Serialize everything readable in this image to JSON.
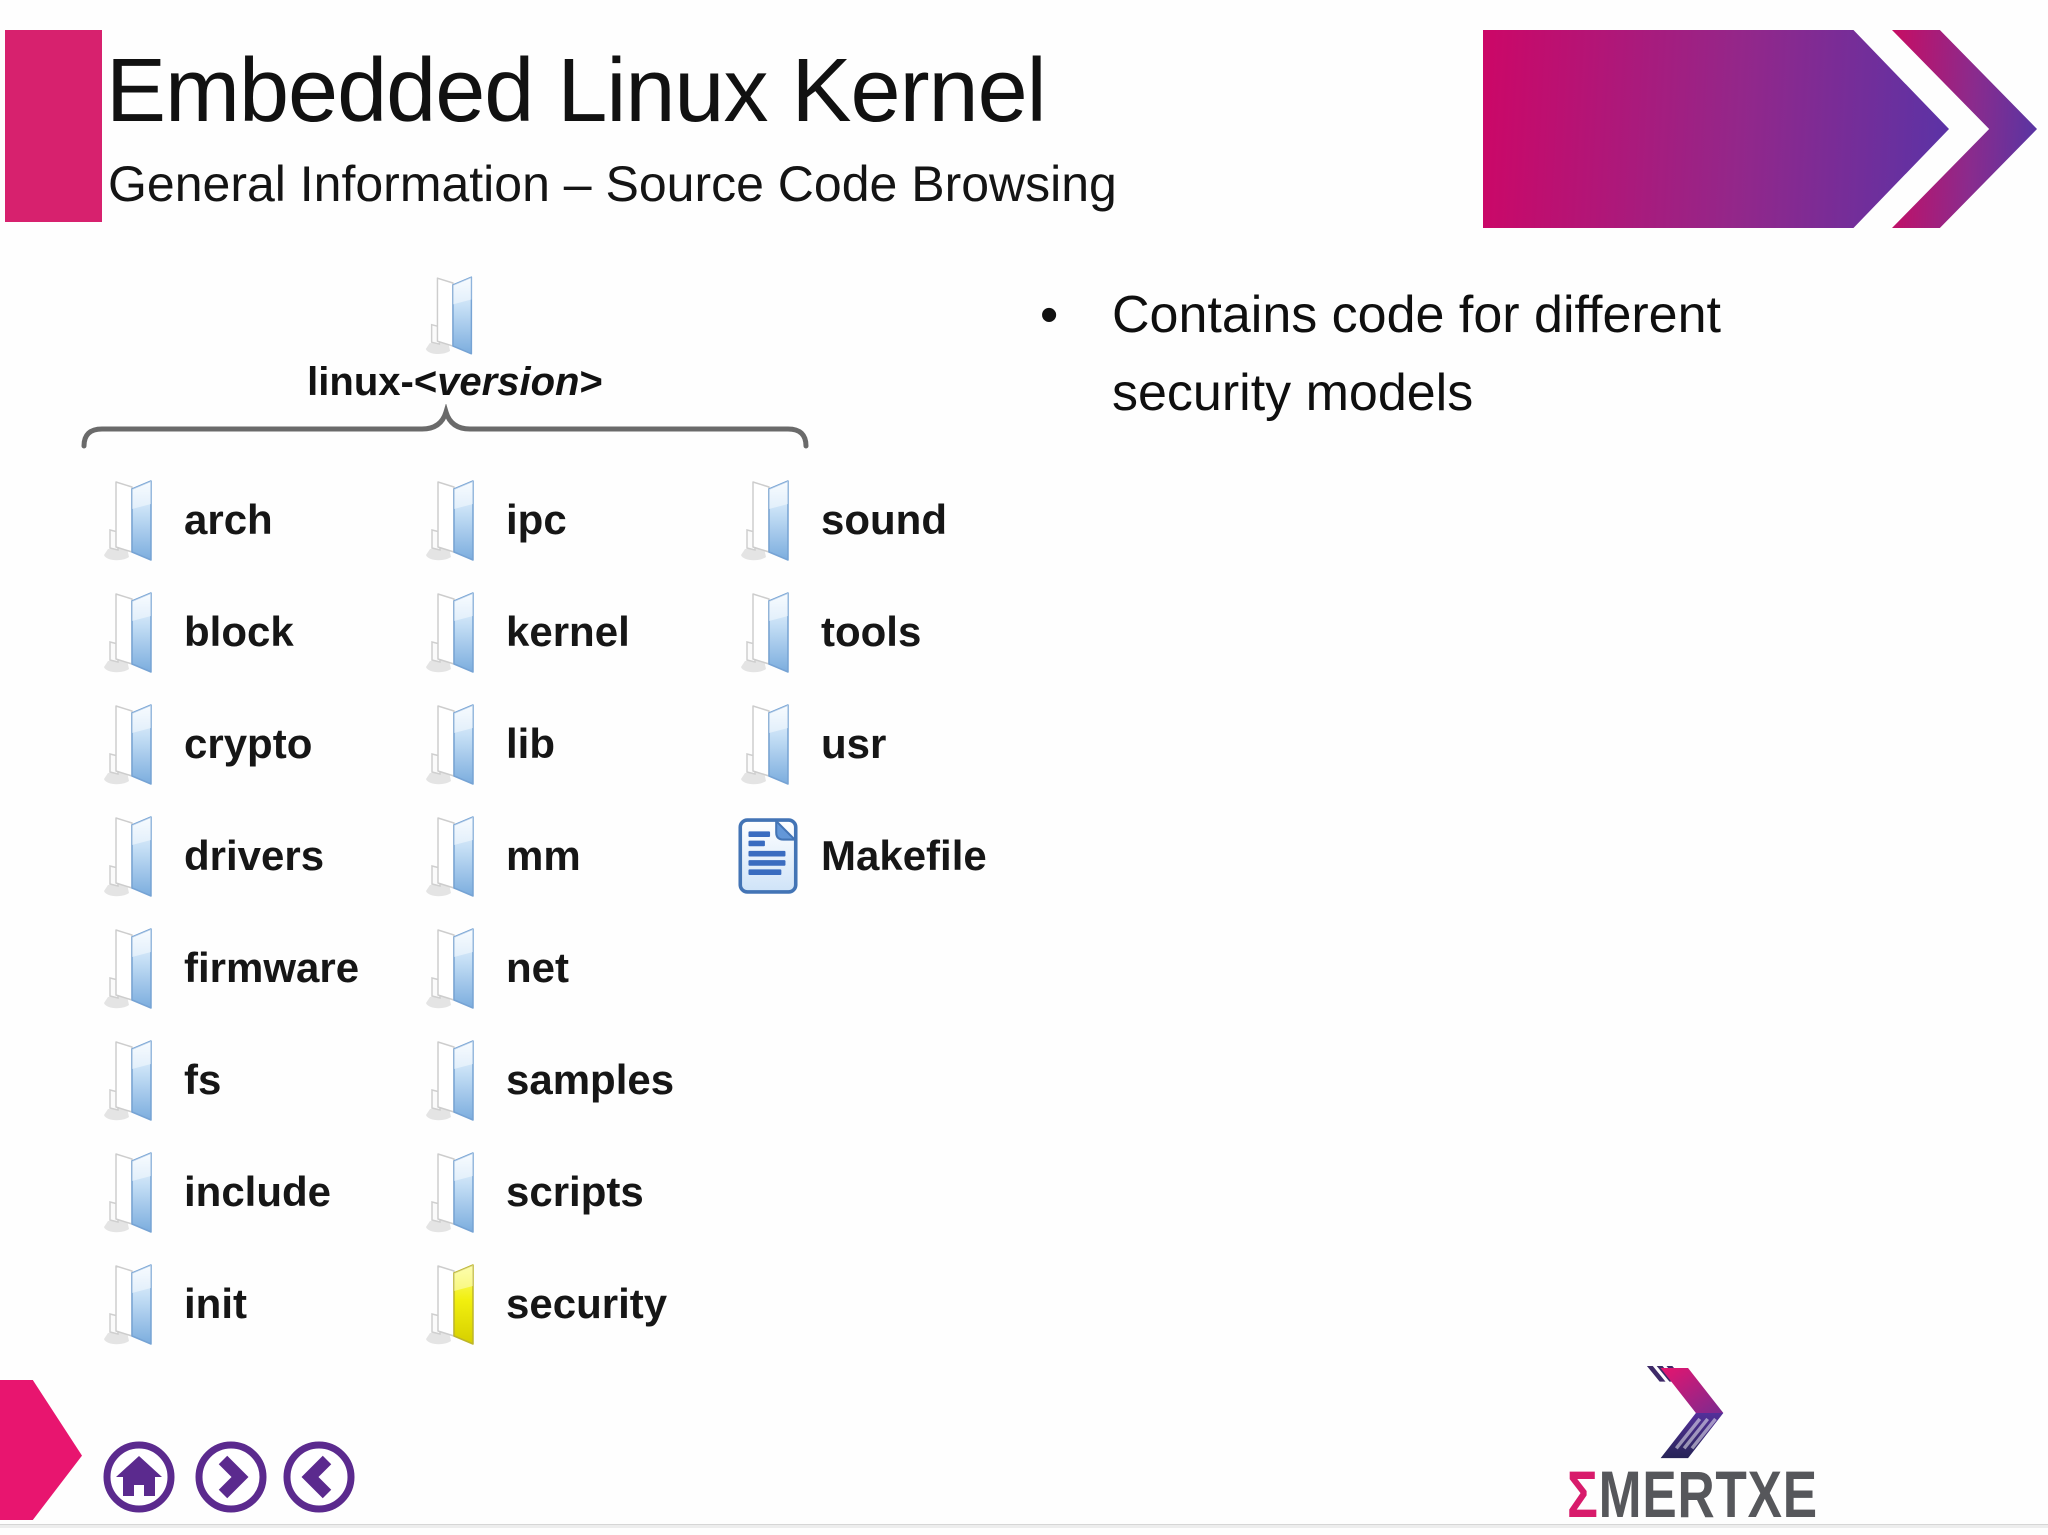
{
  "header": {
    "title": "Embedded Linux Kernel",
    "subtitle": "General Information – Source Code Browsing"
  },
  "tree": {
    "root": {
      "prefix": "linux-<",
      "version": "version",
      "suffix": ">"
    },
    "columns": [
      {
        "items": [
          {
            "label": "arch",
            "type": "folder"
          },
          {
            "label": "block",
            "type": "folder"
          },
          {
            "label": "crypto",
            "type": "folder"
          },
          {
            "label": "drivers",
            "type": "folder"
          },
          {
            "label": "firmware",
            "type": "folder"
          },
          {
            "label": "fs",
            "type": "folder"
          },
          {
            "label": "include",
            "type": "folder"
          },
          {
            "label": "init",
            "type": "folder"
          }
        ]
      },
      {
        "items": [
          {
            "label": "ipc",
            "type": "folder"
          },
          {
            "label": "kernel",
            "type": "folder"
          },
          {
            "label": "lib",
            "type": "folder"
          },
          {
            "label": "mm",
            "type": "folder"
          },
          {
            "label": "net",
            "type": "folder"
          },
          {
            "label": "samples",
            "type": "folder"
          },
          {
            "label": "scripts",
            "type": "folder"
          },
          {
            "label": "security",
            "type": "folder",
            "highlight": "yellow"
          }
        ]
      },
      {
        "items": [
          {
            "label": "sound",
            "type": "folder"
          },
          {
            "label": "tools",
            "type": "folder"
          },
          {
            "label": "usr",
            "type": "folder"
          },
          {
            "label": "Makefile",
            "type": "file"
          }
        ]
      }
    ]
  },
  "content": {
    "bullets": [
      {
        "marker": "•",
        "text": "Contains code for different security models"
      }
    ]
  },
  "nav": {
    "items": [
      {
        "name": "home"
      },
      {
        "name": "next"
      },
      {
        "name": "previous"
      }
    ]
  },
  "logo": {
    "sigma": "Σ",
    "rest": "MERTXE"
  },
  "colors": {
    "accent_pink": "#d7216e",
    "footer_pink": "#e8156f",
    "nav_purple": "#5b2a8e",
    "banner_gradient_start": "#cc0767",
    "banner_gradient_end": "#5a33a6",
    "folder_blue": "#7cadde",
    "security_yellow": "#e8e000",
    "doc_blue": "#4374b5",
    "logo_gray": "#56575b"
  }
}
